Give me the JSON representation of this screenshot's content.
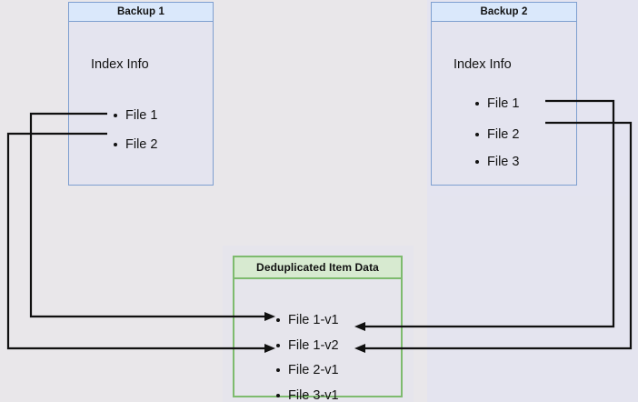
{
  "diagram": {
    "title": "Backup deduplication index diagram",
    "background_color": "#e9e7ea",
    "accent_blue": "#7e9fd0",
    "accent_green": "#7ebb6e",
    "line_color": "#101010"
  },
  "nodes": {
    "backup1": {
      "title": "Backup 1",
      "section_label": "Index Info",
      "files": [
        "File 1",
        "File 2"
      ]
    },
    "backup2": {
      "title": "Backup 2",
      "section_label": "Index Info",
      "files": [
        "File 1",
        "File 2",
        "File 3"
      ]
    },
    "dedup": {
      "title": "Deduplicated Item Data",
      "items": [
        "File 1-v1",
        "File 1-v2",
        "File 2-v1",
        "File 3-v1"
      ]
    }
  },
  "connections": [
    {
      "id": "b1-file1",
      "from": "backup1.File 1",
      "to": "dedup.File 1-v1",
      "route": "left"
    },
    {
      "id": "b1-file2",
      "from": "backup1.File 2",
      "to": "dedup.File 2-v1",
      "route": "left"
    },
    {
      "id": "b2-file1",
      "from": "backup2.File 1",
      "to": "dedup.File 1-v2",
      "route": "right"
    },
    {
      "id": "b2-file2",
      "from": "backup2.File 2",
      "to": "dedup.File 2-v1",
      "route": "right"
    }
  ]
}
